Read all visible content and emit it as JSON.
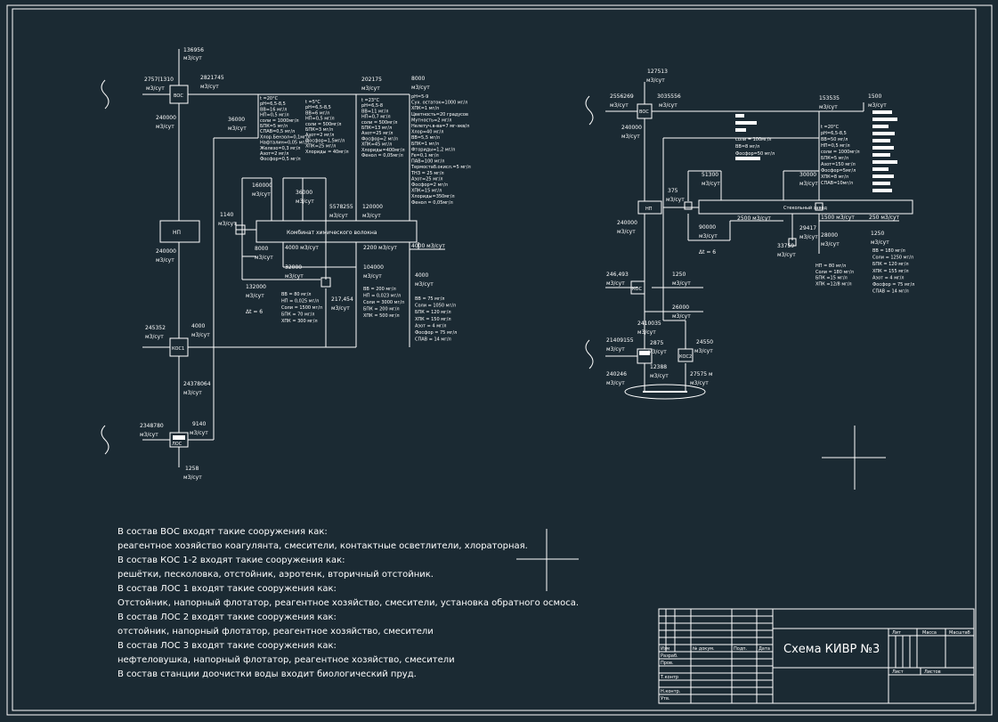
{
  "title_block": {
    "title": "Схема КИВР №3",
    "labels": {
      "lit": "Лит",
      "mass": "Масса",
      "scale": "Масштаб",
      "sheet": "Лист",
      "sheets": "Листов",
      "sheet_no": "Изм",
      "doc_no": "№ докум.",
      "sign": "Подп.",
      "date": "Дата",
      "develop": "Разраб.",
      "check": "Пров.",
      "tcontrol": "Т.контр",
      "ncontrol": "Н.контр.",
      "approve": "Утв."
    }
  },
  "notes": [
    "В состав ВОС входят такие сооружения как:",
    "реагентное хозяйство коагулянта, смесители, контактные осветлители, хлораторная.",
    "В состав КОС 1-2 входят такие сооружения как:",
    "решётки, песколовка, отстойник, аэротенк, вторичный отстойник.",
    " В состав ЛОС 1 входят такие сооружения как:",
    "Отстойник, напорный флотатор, реагентное хозяйство, смесители, установка обратного осмоса.",
    "В состав ЛОС 2 входят такие сооружения как:",
    "отстойник, напорный флотатор, реагентное хозяйство, смесители",
    "В состав ЛОС 3 входят такие сооружения как:",
    "нефтеловушка, напорный флотатор, реагентное хозяйство, смесители",
    "В состав станции доочистки воды входит биологический пруд."
  ],
  "left_scheme": {
    "nodes": {
      "vos": "ВОС",
      "np": "НП",
      "kos": "КОС1",
      "kombinat": "Комбинат химического волокна",
      "loc": "ЛОС"
    },
    "flows": {
      "f1": "136956",
      "f2": "2757(1310",
      "f3": "2821745",
      "f4": "240000",
      "f5": "36000",
      "f6": "202175",
      "f7": "8000",
      "f8": "160000",
      "f9": "36000",
      "f10": "5578255",
      "f11": "120000",
      "f12": "1140",
      "f13": "8000",
      "f14": "4000 м3/сут",
      "f15": "2200 м3/сут",
      "f16": "4000 м3/сут",
      "f17": "240000",
      "f18": "132000",
      "f19": "32000",
      "f20": "217,454",
      "f21": "104000",
      "f22": "4000",
      "f23": "245352",
      "f24": "4000",
      "f25": "24378064",
      "f26": "2348780",
      "f27": "9140",
      "f28": "1258",
      "unit": "м3/сут",
      "dt": "Δt = 6"
    },
    "quality": {
      "q1": [
        "t =20°С",
        "pH=6,5-8,5",
        "ВВ=16 мг/л",
        "НП=0,5 мг/л",
        "соли = 1000мг/л",
        "БПК=5 мг/л",
        "СПАВ=0,5 мг/л",
        "Хлор.Бензол=0,1мг/л",
        "Нафталин=0,05 мг/л",
        "Железо=0,3 мг/л",
        "Азот=2 мг/л",
        "Фосфор=0,5 мг/л"
      ],
      "q2": [
        "t =5°С",
        "pH=6,5-8,5",
        "ВВ=6 мг/л",
        "НП=0,5 мг/л",
        "соли = 500мг/л",
        "БПК=3 мг/л",
        "Азот=2 мг/л",
        "Фосфор=1,5мг/л",
        "ХПК=25 мг/л",
        "Хлориды = 40мг/л"
      ],
      "q3": [
        "t =23°С",
        "pH=6,5-8",
        "ВВ=11 мг/л",
        "НП=0,7 мг/л",
        "соли = 500мг/л",
        "БПК=13 мг/л",
        "Азот=25 мг/л",
        "Фосфор=2 мг/л",
        "ХПК=45 мг/л",
        "Хлориды=400мг/л",
        "Фенол = 0,05мг/л"
      ],
      "q4": [
        "pH=5-9",
        "Сух. остаток=1000 мг/л",
        "ХПК=1 мг/л",
        "Цветность=20 градусов",
        "Мутность=2 мг/л",
        "Нелетуч.в-ва=7 мг-экв/л",
        "Хлор=40 мг/л",
        "ВВ=5,5 мг/л",
        "БПК=1 мг/л",
        "Фториды=1,2 мг/л",
        "Fe=0,1 мг/л",
        "ПАВ=100 мг/л",
        "Термостаб.окисл.=5 мг/л",
        "ТНЗ = 25 мг/л",
        "Азот=25 мг/л",
        "Фосфор=2 мг/л",
        "ХПК=15 мг/л",
        "Хлориды=350мг/л",
        "Фенол = 0,05мг/л"
      ],
      "q5": [
        "ВВ = 80 мг/л",
        "НП = 0,025 мг/л",
        "Соли = 1500 мг/л",
        "БПК = 70 мг/л",
        "ХПК = 300 мг/л"
      ],
      "q6": [
        "ВВ = 200 мг/л",
        "НП = 0,023 мг/л",
        "Соли = 3000 мг/л",
        "БПК = 200 мг/л",
        "ХПК = 500 мг/л"
      ],
      "q7": [
        "ВВ = 75 мг/л",
        "Соли = 1050 мг/л",
        "БПК = 120 мг/л",
        "ХПК = 150 мг/л",
        "Азот = 4 мг/л",
        "Фосфор = 75 мг/л",
        "СПАВ = 14 мг/л"
      ]
    }
  },
  "right_scheme": {
    "nodes": {
      "vos": "ВОС",
      "np": "НП",
      "kos": "КОС",
      "kos2": "КОС2",
      "stekol": "Стекольный завод"
    },
    "flows": {
      "r1": "127513",
      "r2": "2556269",
      "r3": "3035556",
      "r4": "240000",
      "r5": "153535",
      "r6": "1500",
      "r7": "51300",
      "r8": "375",
      "r9": "30000",
      "r10": "240000",
      "r11": "90000",
      "r12": "2500 м3/сут",
      "r13": "1500 м3/сут",
      "r14": "250 м3/сут",
      "r15": "33759",
      "r16": "29417",
      "r17": "28000",
      "r18": "246,493",
      "r19": "1250",
      "r20": "1250",
      "r21": "26000",
      "r22": "2410035",
      "r23": "21409155",
      "r24": "2875",
      "r25": "24550",
      "r26": "12388",
      "r27": "240246",
      "r28": "27575 м",
      "unit": "м3/сут",
      "dt": "Δt = 6"
    },
    "quality": {
      "rq1": [
        "t =20°С",
        "pH=6,5-8,5",
        "ВВ=50 мг/л",
        "НП=0,5 мг/л",
        "соли = 1000мг/л",
        "БПК=5 мг/л",
        "Азот=150 мг/л",
        "Фосфор=5мг/л",
        "ХПК=8 мг/л",
        "СПАВ=10мг/л"
      ],
      "rq2": [
        "ВВ = 180 мг/л",
        "Соли = 1250 мг/л",
        "БПК = 120 мг/л",
        "ХПК = 155 мг/л",
        "Азот = 4 мг/л",
        "Фосфор = 75 мг/л",
        "СПАВ = 14 мг/л"
      ],
      "rq3": [
        "НП = 80 мг/л",
        "Соли = 180 мг/л",
        "БПК =15 мг/л",
        "ХПК =12/8 мг/л"
      ],
      "rq4": [
        "соли = 100мг/л",
        "ВВ=8 мг/л",
        "Фосфор=50 мг/л"
      ]
    }
  }
}
